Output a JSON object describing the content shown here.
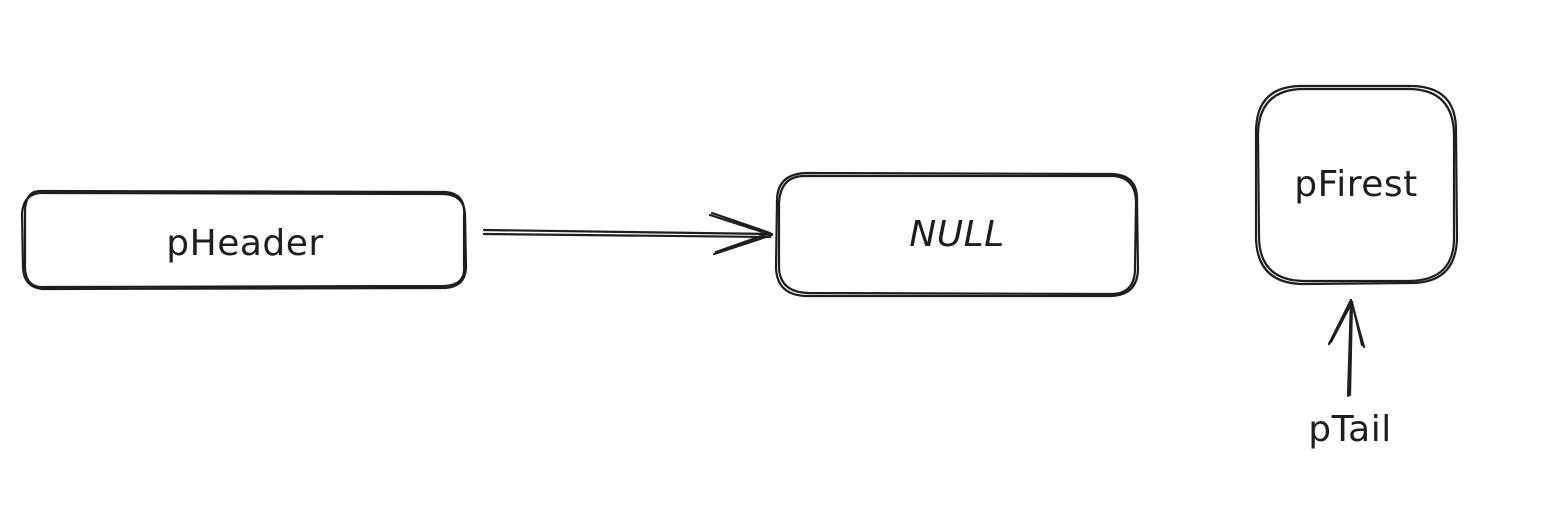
{
  "diagram": {
    "nodes": [
      {
        "id": "pheader",
        "label": "pHeader"
      },
      {
        "id": "null",
        "label": "NULL"
      },
      {
        "id": "pfirest",
        "label": "pFirest"
      }
    ],
    "labels": [
      {
        "id": "ptail",
        "text": "pTail"
      }
    ],
    "edges": [
      {
        "from": "pHeader",
        "to": "NULL"
      },
      {
        "from": "pTail",
        "to": "pFirest"
      }
    ],
    "colors": {
      "stroke": "#1e1e1e",
      "background": "#ffffff"
    }
  }
}
